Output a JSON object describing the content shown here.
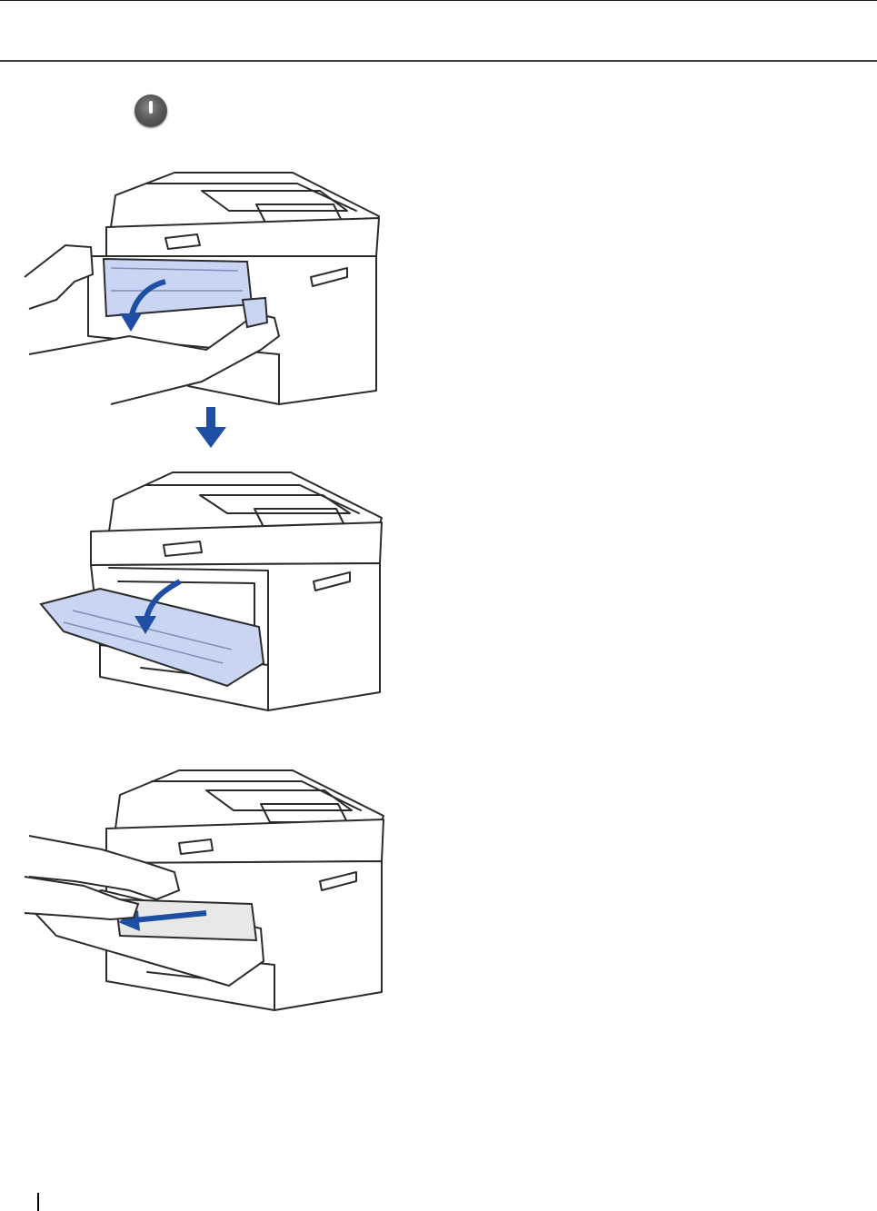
{
  "document": {
    "colors": {
      "accent_blue": "#1f4fa3",
      "highlight_blue": "#c9d5f2",
      "line": "#2b2b2b",
      "power_button": "#5a5a5a"
    },
    "icons": {
      "power": "power-button-icon",
      "arrow_down": "arrow-down-icon"
    },
    "figures": [
      {
        "id": "open-front-cover",
        "action": "open-arrow"
      },
      {
        "id": "front-cover-opened",
        "action": "open-arrow"
      },
      {
        "id": "remove-cartridge",
        "action": "pull-arrow"
      }
    ]
  }
}
